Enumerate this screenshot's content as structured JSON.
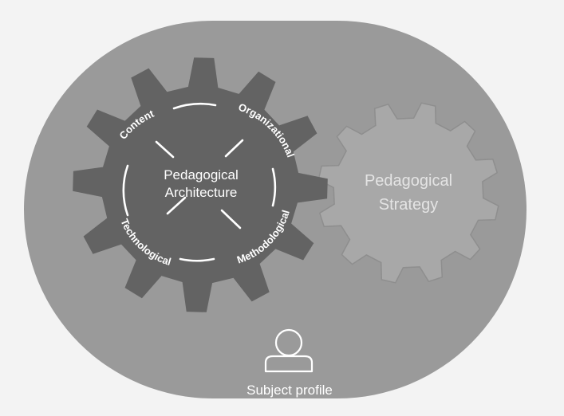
{
  "center_gear": {
    "title_line1": "Pedagogical",
    "title_line2": "Architecture",
    "aspects": {
      "content": "Content",
      "organizational": "Organizational",
      "technological": "Technological",
      "methodological": "Methodological"
    }
  },
  "strategy_gear": {
    "title_line1": "Pedagogical",
    "title_line2": "Strategy"
  },
  "profile": {
    "label": "Subject profile",
    "icon": "person-icon"
  },
  "colors": {
    "page_background": "#f3f3f3",
    "container": "#9a9a9a",
    "architecture_gear": "#636363",
    "strategy_gear": "#a8a8a8",
    "text": "#ffffff"
  }
}
